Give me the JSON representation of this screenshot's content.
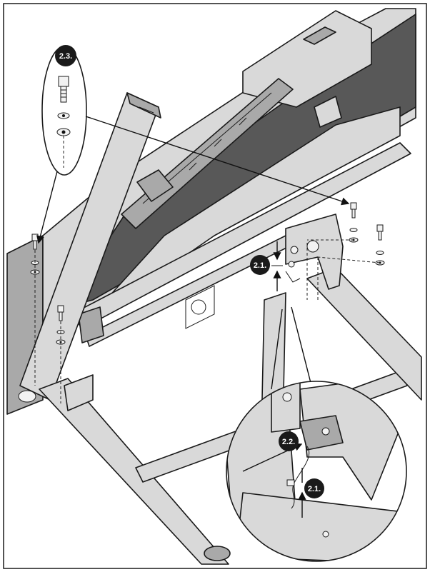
{
  "step_labels": {
    "step_2_1_main": "2.1.",
    "step_2_2_detail": "2.2.",
    "step_2_1_detail": "2.1.",
    "step_2_3_inset": "2.3."
  },
  "colors": {
    "frame_fill": "#d9d9d9",
    "belt_fill": "#585858",
    "label_badge": "#1a1a1a",
    "outline": "#1a1a1a"
  },
  "icons": [
    "bolt-icon",
    "washer-icon",
    "arrow-icon",
    "magnifier-callout"
  ]
}
